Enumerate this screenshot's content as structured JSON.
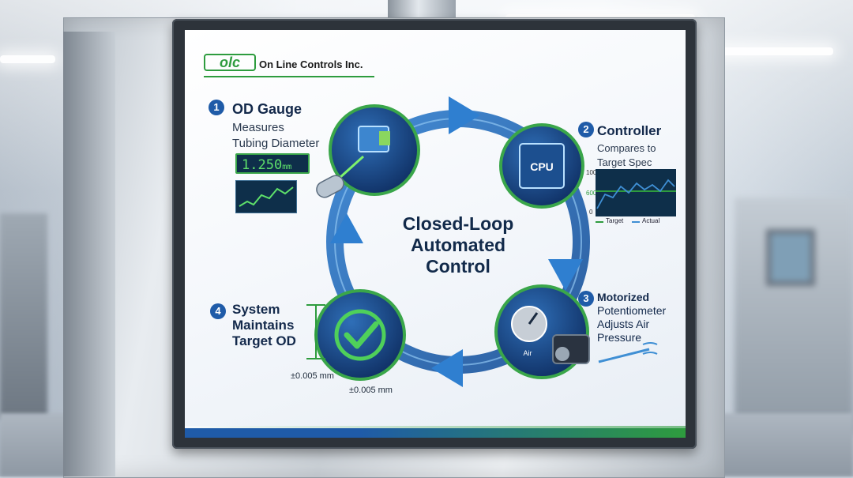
{
  "brand": {
    "logo_text": "olc",
    "name": "On Line Controls Inc."
  },
  "center_title": [
    "Closed-Loop",
    "Automated",
    "Control"
  ],
  "steps": [
    {
      "num": "1",
      "title": "OD Gauge",
      "lines": [
        "Measures",
        "Tubing Diameter"
      ],
      "icon": "laser-gauge-icon"
    },
    {
      "num": "2",
      "title": "Controller",
      "lines": [
        "Compares to",
        "Target Spec"
      ],
      "icon": "cpu-chip-icon"
    },
    {
      "num": "3",
      "lines": [
        "Motorized",
        "Potentiometer",
        "Adjusts Air",
        "Pressure"
      ],
      "icon": "motor-dial-icon"
    },
    {
      "num": "4",
      "lines": [
        "System",
        "Maintains",
        "Target OD"
      ],
      "icon": "checkmark-icon"
    }
  ],
  "gauge_readout": {
    "value": "1.250",
    "unit": "mm"
  },
  "cpu_label": "CPU",
  "dial_label": "Air",
  "controller_chart": {
    "y_ticks": [
      "100",
      "600",
      "0"
    ],
    "legend": [
      {
        "name": "Target",
        "color": "#2e9c3e"
      },
      {
        "name": "Actual",
        "color": "#3f8fd4"
      }
    ]
  },
  "tolerance_left": "±0.005 mm",
  "tolerance_bottom": "±0.005 mm",
  "colors": {
    "primary": "#1f5ba8",
    "accent_green": "#2e9c3e",
    "dark_text": "#13294b"
  }
}
